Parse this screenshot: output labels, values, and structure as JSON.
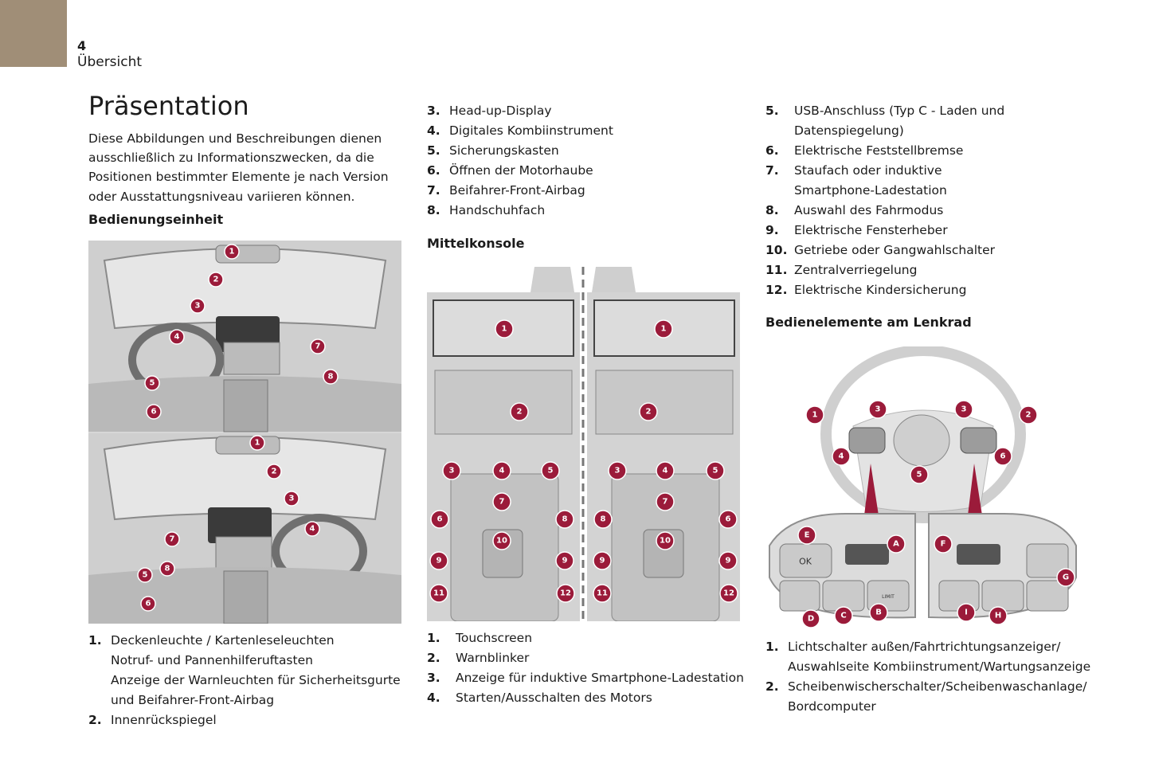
{
  "header": {
    "page_number": "4",
    "section": "Übersicht"
  },
  "title": "Präsentation",
  "intro": "Diese Abbildungen und Beschreibungen dienen ausschließlich zu Informationszwecken, da die Positionen bestimmter Elemente je nach Version oder Ausstattungsniveau variieren können.",
  "bedienungseinheit": {
    "heading": "Bedienungseinheit",
    "callouts_top": [
      "1",
      "2",
      "3",
      "4",
      "5",
      "6",
      "7",
      "8"
    ],
    "callouts_bottom": [
      "1",
      "2",
      "3",
      "4",
      "5",
      "6",
      "7",
      "8"
    ],
    "items": [
      {
        "num": "1.",
        "lines": [
          "Deckenleuchte / Kartenleseleuchten",
          "Notruf- und Pannenhilferuftasten",
          "Anzeige der Warnleuchten für Sicherheitsgurte",
          "und Beifahrer-Front-Airbag"
        ]
      },
      {
        "num": "2.",
        "lines": [
          "Innenrückspiegel"
        ]
      }
    ],
    "items_continued": [
      {
        "num": "3.",
        "text": "Head-up-Display"
      },
      {
        "num": "4.",
        "text": "Digitales Kombiinstrument"
      },
      {
        "num": "5.",
        "text": "Sicherungskasten"
      },
      {
        "num": "6.",
        "text": "Öffnen der Motorhaube"
      },
      {
        "num": "7.",
        "text": "Beifahrer-Front-Airbag"
      },
      {
        "num": "8.",
        "text": "Handschuhfach"
      }
    ]
  },
  "mittelkonsole": {
    "heading": "Mittelkonsole",
    "callouts": [
      "1",
      "2",
      "3",
      "4",
      "5",
      "6",
      "7",
      "8",
      "9",
      "10",
      "11",
      "12"
    ],
    "items": [
      {
        "num": "1.",
        "text": "Touchscreen"
      },
      {
        "num": "2.",
        "text": "Warnblinker"
      },
      {
        "num": "3.",
        "text": "Anzeige für induktive Smartphone-Ladestation"
      },
      {
        "num": "4.",
        "text": "Starten/Ausschalten des Motors"
      }
    ],
    "items_continued": [
      {
        "num": "5.",
        "lines": [
          "USB-Anschluss (Typ C - Laden und",
          "Datenspiegelung)"
        ]
      },
      {
        "num": "6.",
        "lines": [
          "Elektrische Feststellbremse"
        ]
      },
      {
        "num": "7.",
        "lines": [
          "Staufach oder induktive",
          "Smartphone-Ladestation"
        ]
      },
      {
        "num": "8.",
        "lines": [
          "Auswahl des Fahrmodus"
        ]
      },
      {
        "num": "9.",
        "lines": [
          "Elektrische Fensterheber"
        ]
      },
      {
        "num": "10.",
        "lines": [
          "Getriebe oder Gangwahlschalter"
        ]
      },
      {
        "num": "11.",
        "lines": [
          "Zentralverriegelung"
        ]
      },
      {
        "num": "12.",
        "lines": [
          "Elektrische Kindersicherung"
        ]
      }
    ]
  },
  "lenkrad": {
    "heading": "Bedienelemente am Lenkrad",
    "callouts": [
      "1",
      "2",
      "3",
      "3",
      "4",
      "5",
      "6",
      "A",
      "B",
      "C",
      "D",
      "E",
      "F",
      "G",
      "H",
      "I"
    ],
    "button_labels": {
      "ok": "OK",
      "limit": "LIMIT"
    },
    "items": [
      {
        "num": "1.",
        "lines": [
          "Lichtschalter außen/Fahrtrichtungsanzeiger/",
          "Auswahlseite Kombiinstrument/Wartungsanzeige"
        ]
      },
      {
        "num": "2.",
        "lines": [
          "Scheibenwischerschalter/Scheibenwaschanlage/",
          "Bordcomputer"
        ]
      }
    ]
  },
  "colors": {
    "tab": "#a08e77",
    "callout": "#9b1b3a",
    "figure_bg": "#d7d7d7"
  }
}
